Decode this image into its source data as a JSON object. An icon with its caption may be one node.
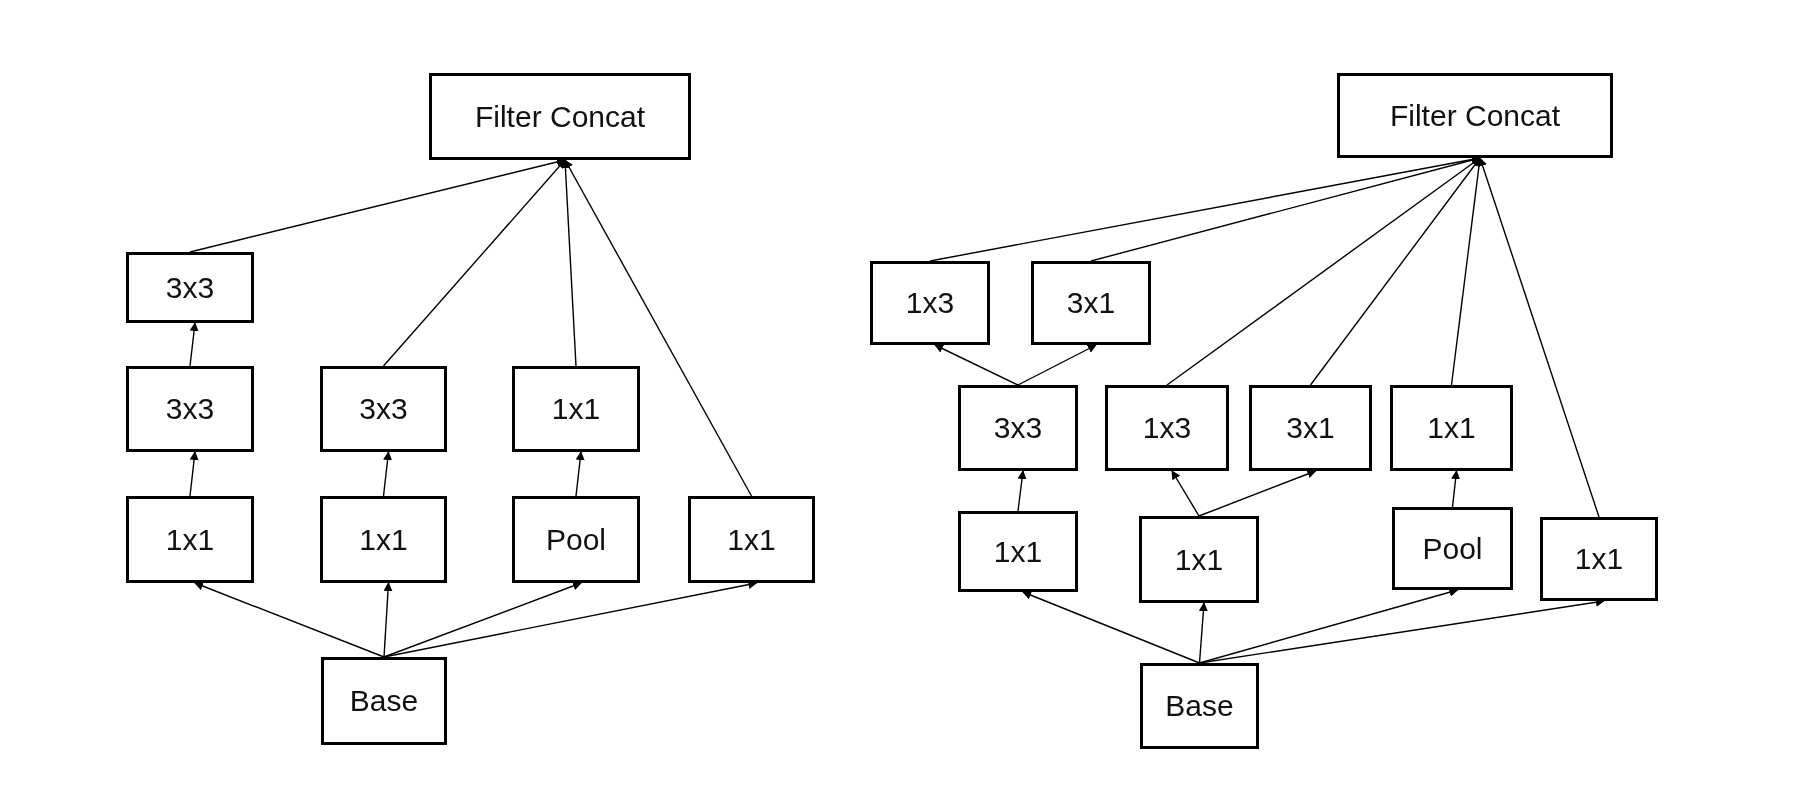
{
  "diagram": {
    "nodes": [
      {
        "text": [
          "Filter Concat"
        ]
      },
      {
        "text": [
          "3x3"
        ]
      },
      {
        "text": [
          "3x3"
        ]
      },
      {
        "text": [
          "3x3"
        ]
      },
      {
        "text": [
          "1x1"
        ]
      },
      {
        "text": [
          "1x1"
        ]
      },
      {
        "text": [
          "1x1"
        ]
      },
      {
        "text": [
          "Pool"
        ]
      },
      {
        "text": [
          "1x1"
        ]
      },
      {
        "text": [
          "Base"
        ]
      },
      {
        "text": [
          "Filter Concat"
        ]
      },
      {
        "text": [
          "1x3"
        ]
      },
      {
        "text": [
          "3x1"
        ]
      },
      {
        "text": [
          "3x3"
        ]
      },
      {
        "text": [
          "1x3"
        ]
      },
      {
        "text": [
          "3x1"
        ]
      },
      {
        "text": [
          "1x1"
        ]
      },
      {
        "text": [
          "1x1"
        ]
      },
      {
        "text": [
          "1x1"
        ]
      },
      {
        "text": [
          "Pool"
        ]
      },
      {
        "text": [
          "1x1"
        ]
      },
      {
        "text": [
          "Base"
        ]
      }
    ],
    "edges": [
      {
        "from": 9,
        "to": 5,
        "arrow": "to"
      },
      {
        "from": 9,
        "to": 6,
        "arrow": "to"
      },
      {
        "from": 9,
        "to": 7,
        "arrow": "to"
      },
      {
        "from": 9,
        "to": 8,
        "arrow": "to"
      },
      {
        "from": 5,
        "to": 2,
        "arrow": "to"
      },
      {
        "from": 2,
        "to": 1,
        "arrow": "to"
      },
      {
        "from": 6,
        "to": 3,
        "arrow": "to"
      },
      {
        "from": 7,
        "to": 4,
        "arrow": "to"
      },
      {
        "from": 1,
        "to": 0,
        "arrow": "to"
      },
      {
        "from": 3,
        "to": 0,
        "arrow": "to"
      },
      {
        "from": 4,
        "to": 0,
        "arrow": "to"
      },
      {
        "from": 8,
        "to": 0,
        "arrow": "to"
      },
      {
        "from": 21,
        "to": 17,
        "arrow": "to"
      },
      {
        "from": 21,
        "to": 18,
        "arrow": "to"
      },
      {
        "from": 21,
        "to": 19,
        "arrow": "to"
      },
      {
        "from": 21,
        "to": 20,
        "arrow": "to"
      },
      {
        "from": 17,
        "to": 13,
        "arrow": "to"
      },
      {
        "from": 13,
        "to": 11,
        "arrow": "to"
      },
      {
        "from": 13,
        "to": 12,
        "arrow": "to"
      },
      {
        "from": 18,
        "to": 14,
        "arrow": "to"
      },
      {
        "from": 18,
        "to": 15,
        "arrow": "to"
      },
      {
        "from": 19,
        "to": 16,
        "arrow": "to"
      },
      {
        "from": 11,
        "to": 10,
        "arrow": "to"
      },
      {
        "from": 12,
        "to": 10,
        "arrow": "to"
      },
      {
        "from": 14,
        "to": 10,
        "arrow": "to"
      },
      {
        "from": 15,
        "to": 10,
        "arrow": "to"
      },
      {
        "from": 16,
        "to": 10,
        "arrow": "to"
      },
      {
        "from": 20,
        "to": 10,
        "arrow": "to"
      }
    ]
  }
}
